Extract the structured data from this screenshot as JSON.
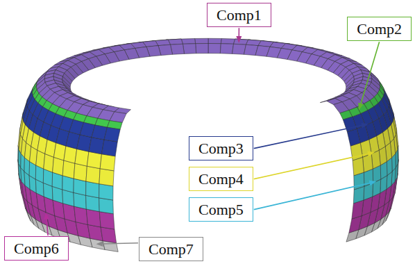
{
  "diagram": {
    "nodes": [
      {
        "text": [
          "Comp1"
        ]
      },
      {
        "text": [
          "Comp2"
        ]
      },
      {
        "text": [
          "Comp3"
        ]
      },
      {
        "text": [
          "Comp4"
        ]
      },
      {
        "text": [
          "Comp5"
        ]
      },
      {
        "text": [
          "Comp6"
        ]
      },
      {
        "text": [
          "Comp7"
        ]
      }
    ]
  }
}
